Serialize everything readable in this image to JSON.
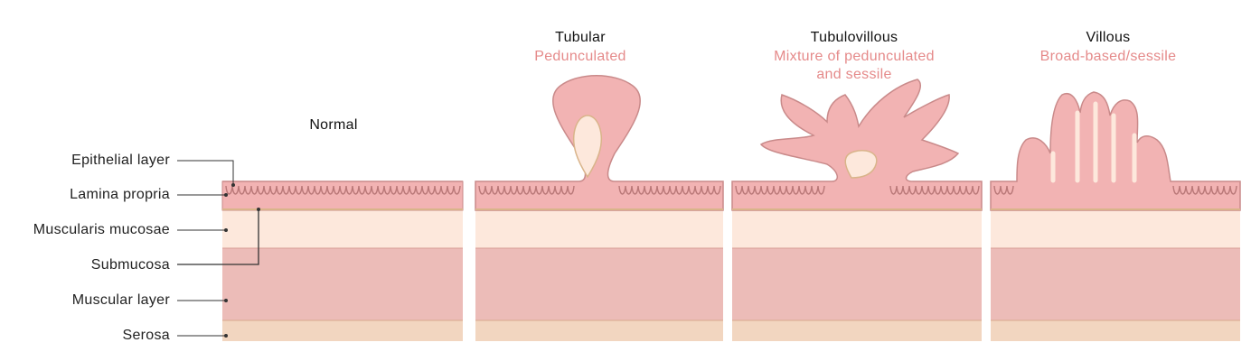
{
  "layers": {
    "labels": [
      "Epithelial layer",
      "Lamina propria",
      "Muscularis mucosae",
      "Submucosa",
      "Muscular layer",
      "Serosa"
    ]
  },
  "panels": [
    {
      "title": "Normal",
      "subtitle_lines": []
    },
    {
      "title": "Tubular",
      "subtitle_lines": [
        "Pedunculated"
      ]
    },
    {
      "title": "Tubulovillous",
      "subtitle_lines": [
        "Mixture of pedunculated",
        "and sessile"
      ]
    },
    {
      "title": "Villous",
      "subtitle_lines": [
        "Broad-based/sessile"
      ]
    }
  ],
  "colors": {
    "epithelium": "#f2b3b3",
    "epithelium_edge": "#c98a8a",
    "lamina": "#f7d8cc",
    "muscularis_mucosae": "#fde8dc",
    "submucosa": "#ecbcb8",
    "muscular": "#efc1b4",
    "serosa": "#f2d6c0",
    "subtitle": "#e58a8a"
  }
}
